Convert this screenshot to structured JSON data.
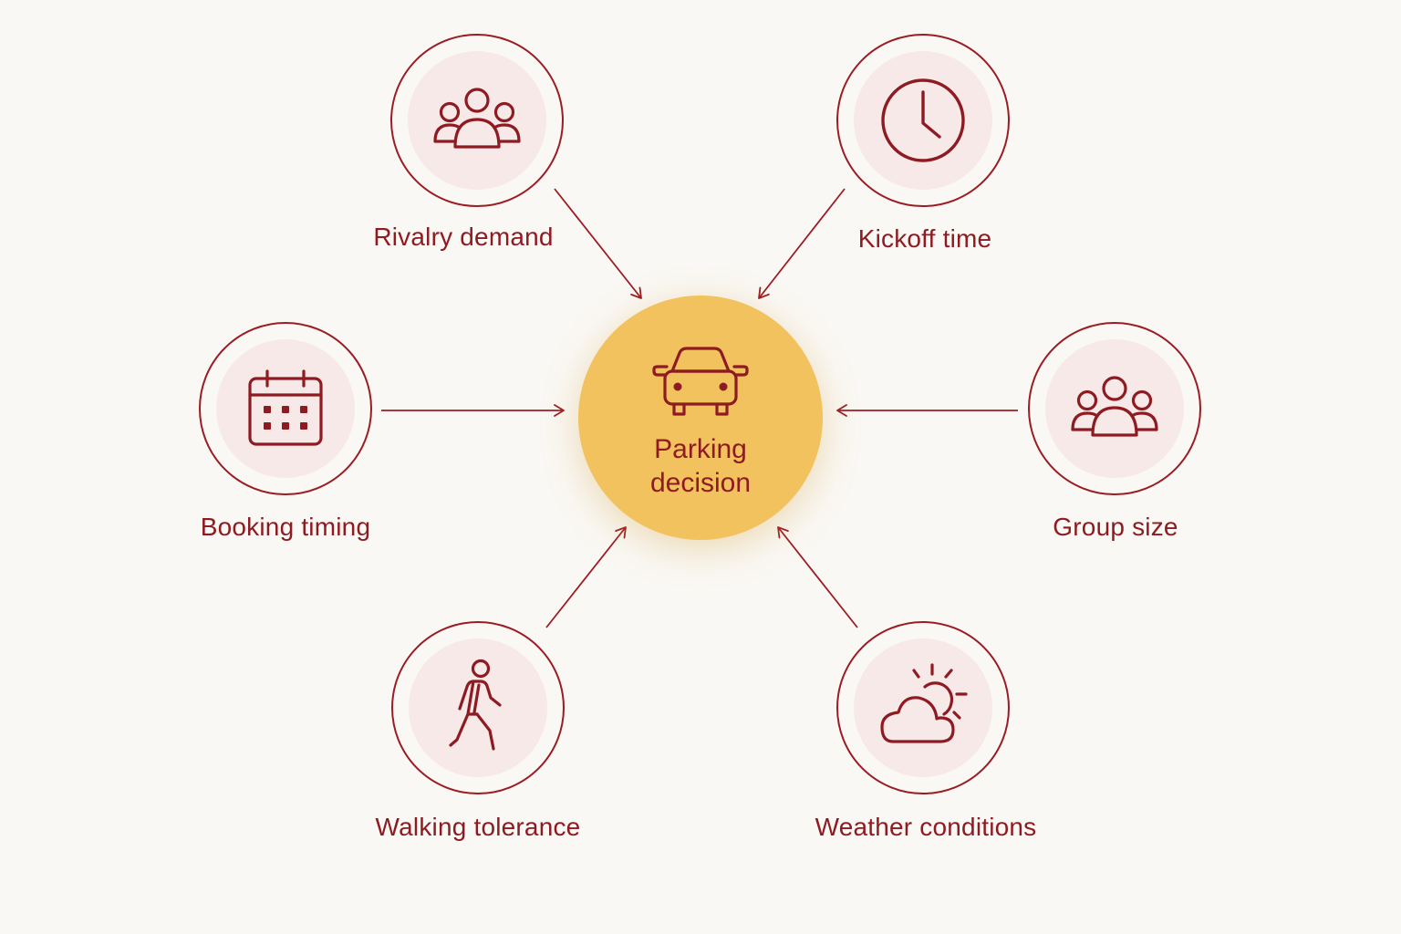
{
  "colors": {
    "background": "#faf8f4",
    "accent": "#9b1c24",
    "node_fill": "#f7e9e8",
    "center_fill": "#f2c25f"
  },
  "center": {
    "label_line1": "Parking",
    "label_line2": "decision",
    "icon": "car-icon"
  },
  "factors": [
    {
      "id": "rivalry",
      "label": "Rivalry demand",
      "icon": "people-group-icon"
    },
    {
      "id": "kickoff",
      "label": "Kickoff time",
      "icon": "clock-icon"
    },
    {
      "id": "booking",
      "label": "Booking timing",
      "icon": "calendar-icon"
    },
    {
      "id": "group",
      "label": "Group size",
      "icon": "people-group-icon"
    },
    {
      "id": "walking",
      "label": "Walking tolerance",
      "icon": "walking-person-icon"
    },
    {
      "id": "weather",
      "label": "Weather conditions",
      "icon": "cloud-sun-icon"
    }
  ],
  "edges": [
    {
      "from": "rivalry",
      "to": "center"
    },
    {
      "from": "kickoff",
      "to": "center"
    },
    {
      "from": "booking",
      "to": "center"
    },
    {
      "from": "group",
      "to": "center"
    },
    {
      "from": "walking",
      "to": "center"
    },
    {
      "from": "weather",
      "to": "center"
    }
  ]
}
